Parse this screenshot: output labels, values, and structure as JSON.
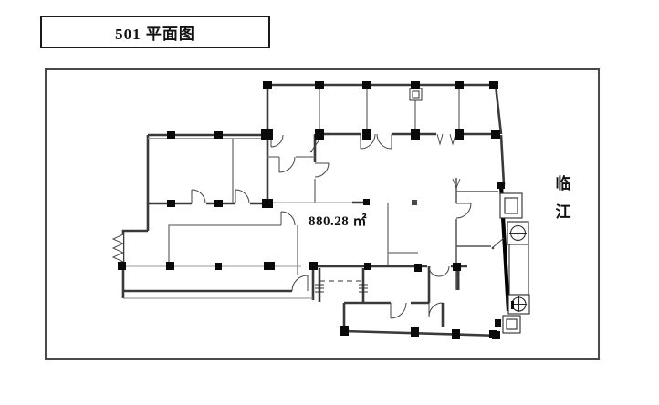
{
  "title_box": {
    "label": "501 平面图"
  },
  "plan": {
    "area_label": "880.28 ㎡",
    "orientation_chars": [
      "临",
      "江"
    ],
    "colors": {
      "wall": "#3a3a3a",
      "thin_line": "#8a8a8a",
      "column": "#0a0a0a",
      "frame_border": "#4a4a4a",
      "title_border": "#1a1a1a",
      "background": "#ffffff"
    }
  }
}
